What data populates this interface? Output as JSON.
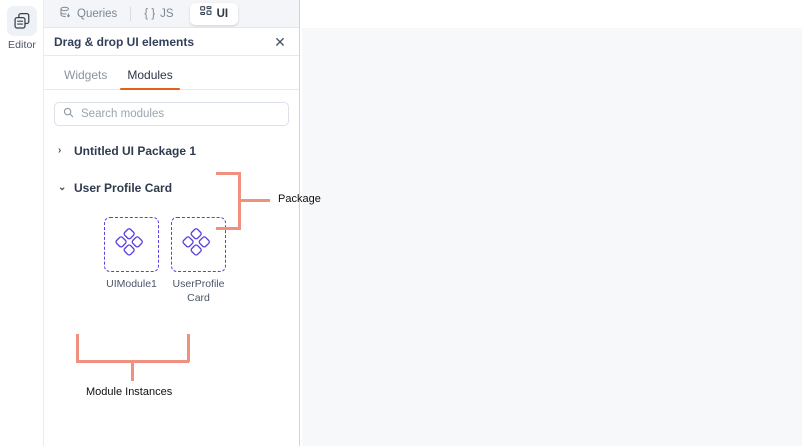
{
  "rail": {
    "items": [
      {
        "label": "Editor",
        "icon": "editor-pages-icon"
      }
    ]
  },
  "tabbar": {
    "tabs": [
      {
        "id": "queries",
        "label": "Queries",
        "icon": "database-query-icon",
        "active": false
      },
      {
        "id": "js",
        "label": "JS",
        "icon": "curly-braces-icon",
        "active": false
      },
      {
        "id": "ui",
        "label": "UI",
        "icon": "grid-layout-icon",
        "active": true
      }
    ]
  },
  "panel": {
    "title": "Drag & drop UI elements",
    "close_label": "✕"
  },
  "subtabs": [
    {
      "id": "widgets",
      "label": "Widgets",
      "active": false
    },
    {
      "id": "modules",
      "label": "Modules",
      "active": true
    }
  ],
  "search": {
    "placeholder": "Search modules",
    "value": "",
    "icon": "search-icon"
  },
  "tree": [
    {
      "label": "Untitled UI Package 1",
      "expanded": false,
      "chevron": "›"
    },
    {
      "label": "User Profile Card",
      "expanded": true,
      "chevron": "⌄"
    }
  ],
  "instances": [
    {
      "label": "UIModule1",
      "icon": "module-diamonds-icon"
    },
    {
      "label": "UserProfileCard",
      "icon": "module-diamonds-icon"
    }
  ],
  "annotations": [
    {
      "id": "package",
      "label": "Package"
    },
    {
      "id": "module-instances",
      "label": "Module Instances"
    }
  ],
  "colors": {
    "accent_orange": "#e2601c",
    "module_purple": "#5b3fe0",
    "annotation_salmon": "#f0907f",
    "canvas_bg": "#f7f8fa"
  }
}
